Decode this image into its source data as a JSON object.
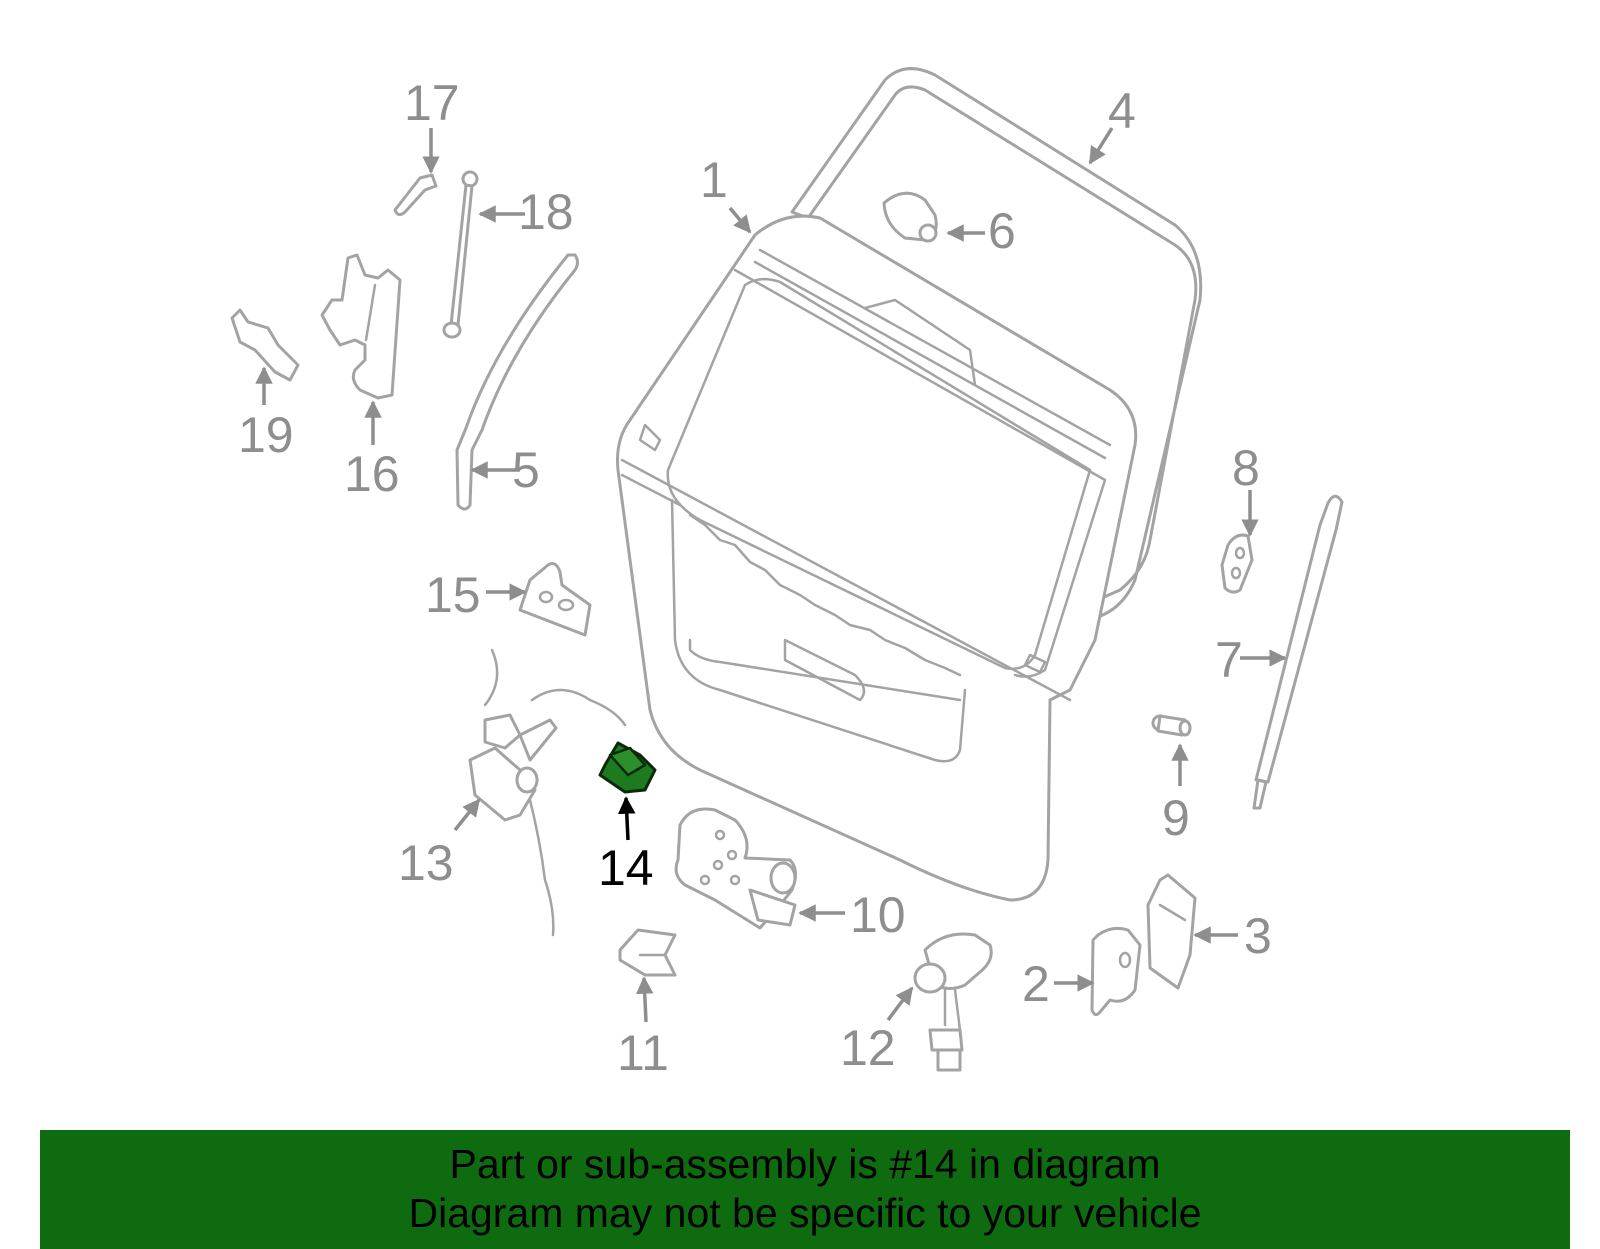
{
  "highlight_color": "#1e7a1e",
  "footer_color": "#0f6b0f",
  "callouts": [
    {
      "id": "1",
      "label": "1"
    },
    {
      "id": "2",
      "label": "2"
    },
    {
      "id": "3",
      "label": "3"
    },
    {
      "id": "4",
      "label": "4"
    },
    {
      "id": "5",
      "label": "5"
    },
    {
      "id": "6",
      "label": "6"
    },
    {
      "id": "7",
      "label": "7"
    },
    {
      "id": "8",
      "label": "8"
    },
    {
      "id": "9",
      "label": "9"
    },
    {
      "id": "10",
      "label": "10"
    },
    {
      "id": "11",
      "label": "11"
    },
    {
      "id": "12",
      "label": "12"
    },
    {
      "id": "13",
      "label": "13"
    },
    {
      "id": "14",
      "label": "14",
      "highlighted": true
    },
    {
      "id": "15",
      "label": "15"
    },
    {
      "id": "16",
      "label": "16"
    },
    {
      "id": "17",
      "label": "17"
    },
    {
      "id": "18",
      "label": "18"
    },
    {
      "id": "19",
      "label": "19"
    }
  ],
  "footer": {
    "line1": "Part or sub-assembly is #14 in diagram",
    "line2": "Diagram may not be specific to your vehicle"
  }
}
